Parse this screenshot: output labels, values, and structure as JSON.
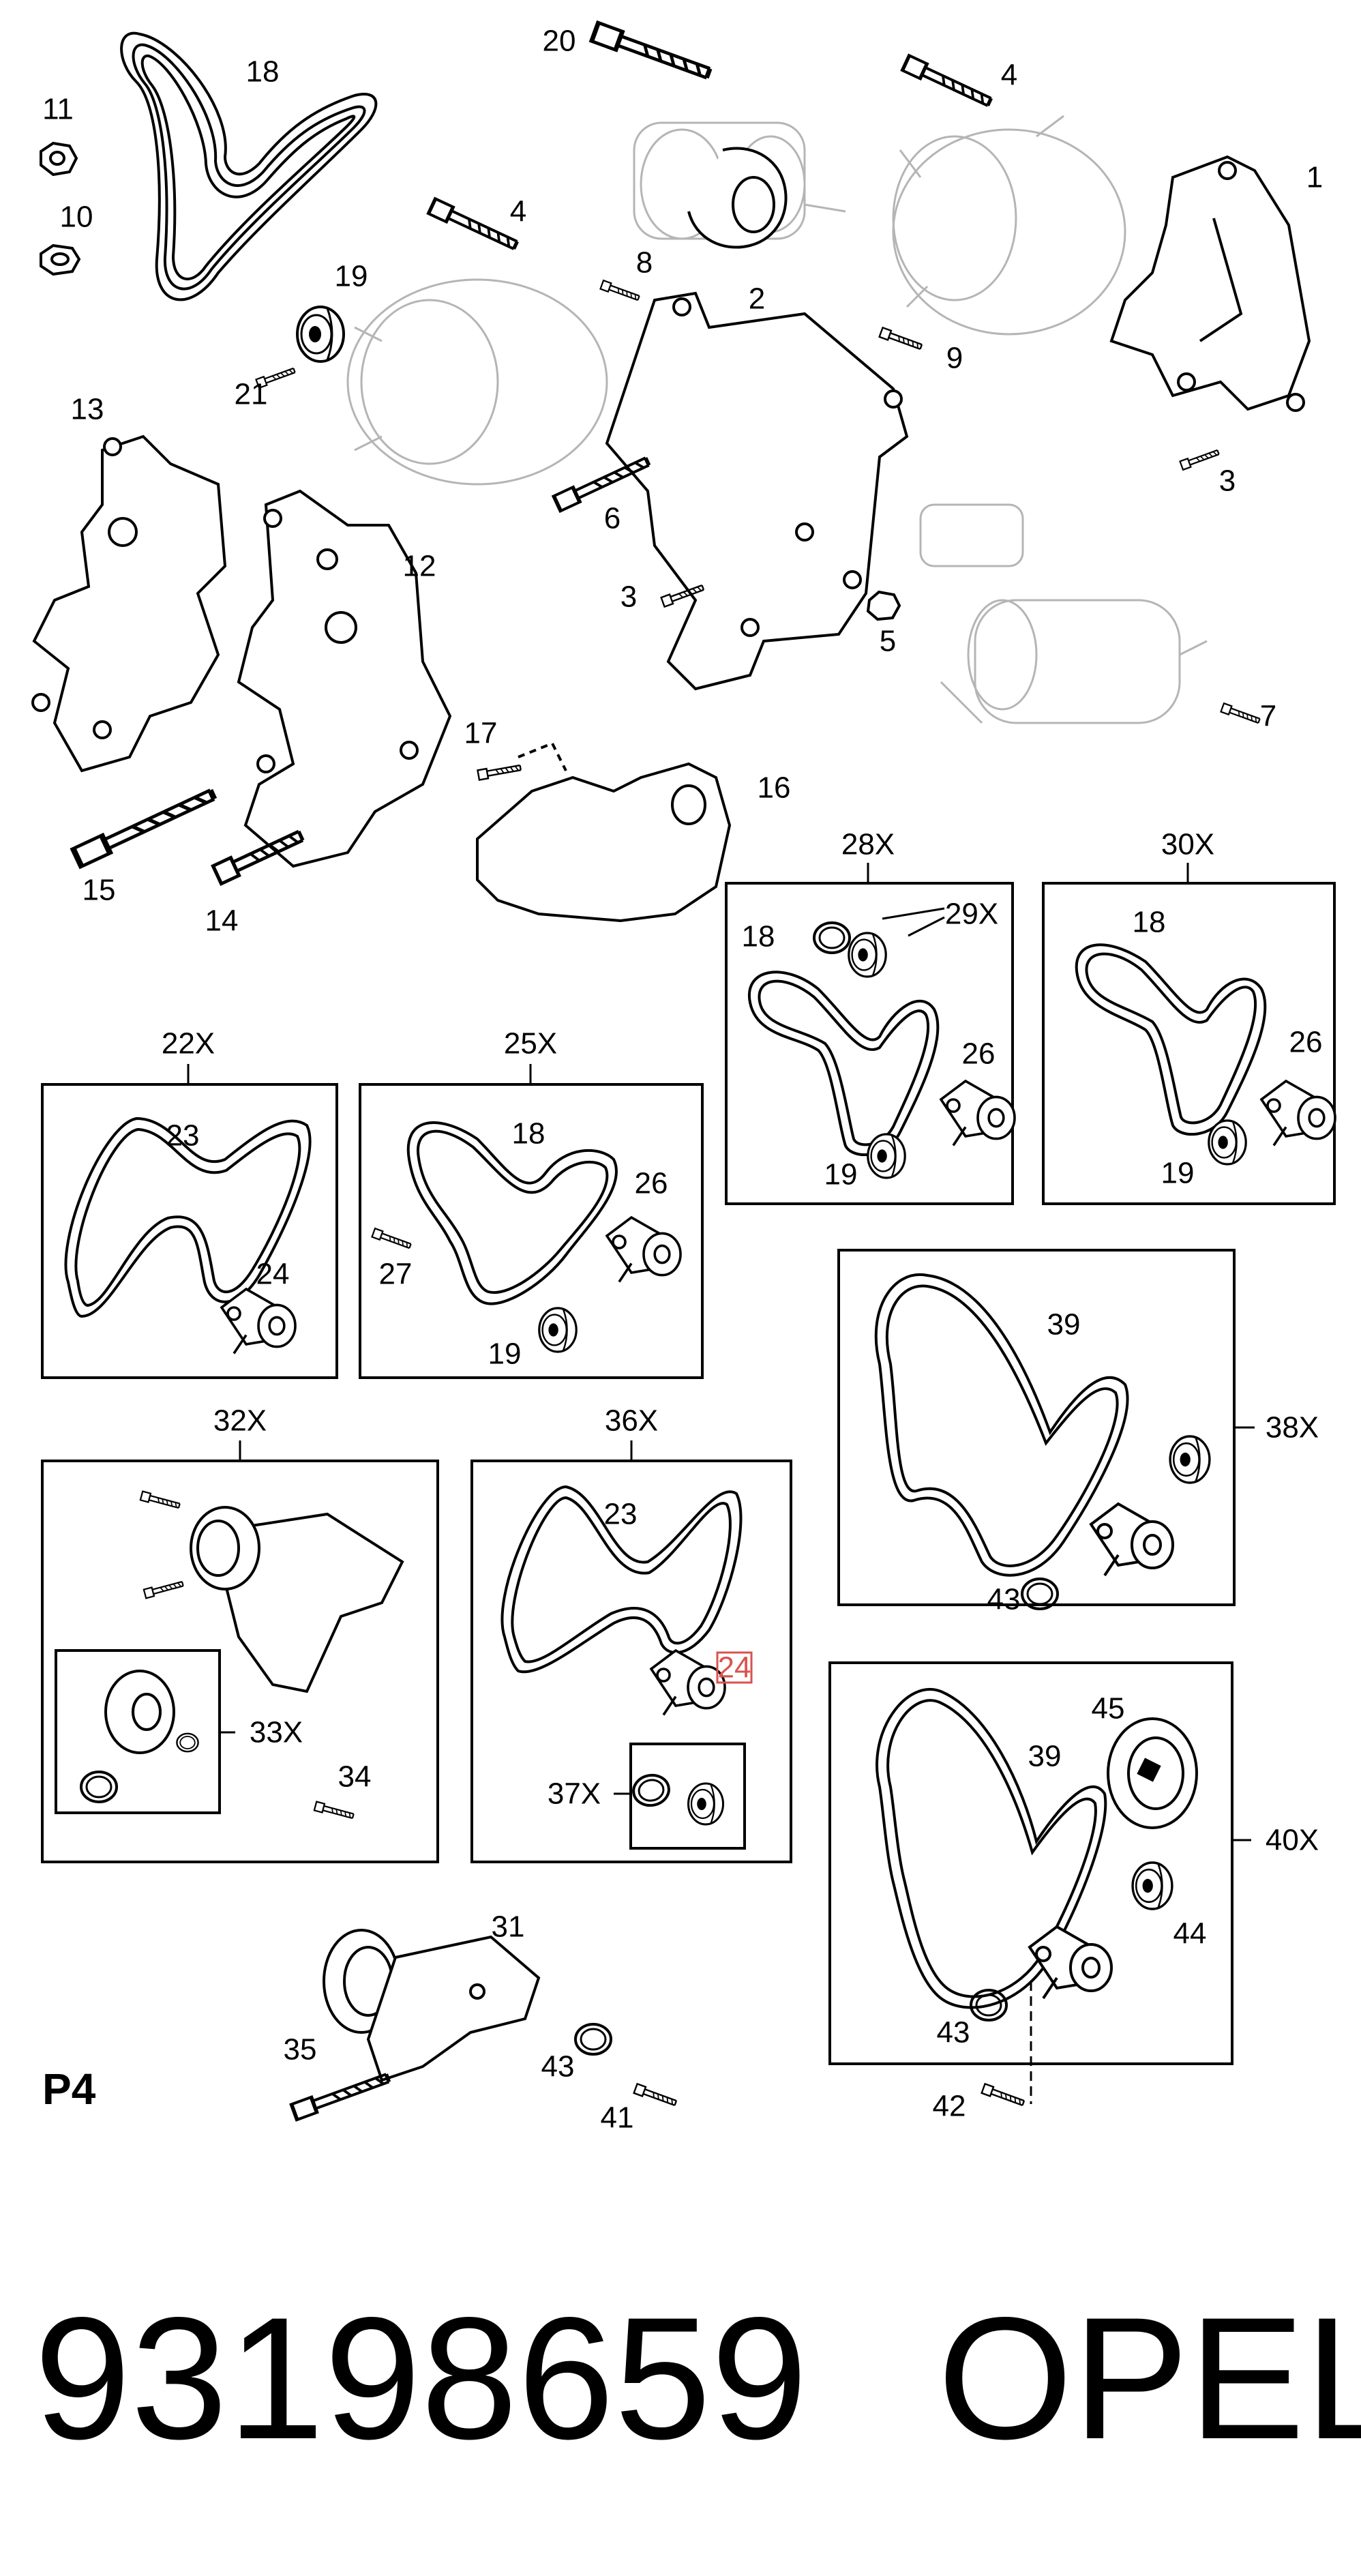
{
  "diagram": {
    "page_label": "P4",
    "part_number": "93198659",
    "brand": "OPEL",
    "highlighted_callout": "24",
    "callouts": {
      "c20": "20",
      "c18a": "18",
      "c11": "11",
      "c10": "10",
      "c19a": "19",
      "c21": "21",
      "c4a": "4",
      "c4b": "4",
      "c1": "1",
      "c8": "8",
      "c2": "2",
      "c9": "9",
      "c3a": "3",
      "c13": "13",
      "c12": "12",
      "c6": "6",
      "c3b": "3",
      "c5": "5",
      "c7": "7",
      "c17": "17",
      "c16": "16",
      "c15": "15",
      "c14": "14",
      "c28x": "28X",
      "c29x": "29X",
      "c18b": "18",
      "c26a": "26",
      "c19b": "19",
      "c30x": "30X",
      "c18c": "18",
      "c26b": "26",
      "c19c": "19",
      "c22x": "22X",
      "c23a": "23",
      "c24a": "24",
      "c25x": "25X",
      "c18d": "18",
      "c26c": "26",
      "c27": "27",
      "c19d": "19",
      "c39a": "39",
      "c38x": "38X",
      "c43a": "43",
      "c32x": "32X",
      "c33x": "33X",
      "c34": "34",
      "c36x": "36X",
      "c23b": "23",
      "c24b": "24",
      "c37x": "37X",
      "c45": "45",
      "c39b": "39",
      "c40x": "40X",
      "c44": "44",
      "c43b": "43",
      "c42": "42",
      "c31": "31",
      "c35": "35",
      "c43c": "43",
      "c41": "41"
    },
    "colors": {
      "ink": "#000000",
      "ghost": "#b5b5b5",
      "highlight": "#d9534f"
    }
  }
}
